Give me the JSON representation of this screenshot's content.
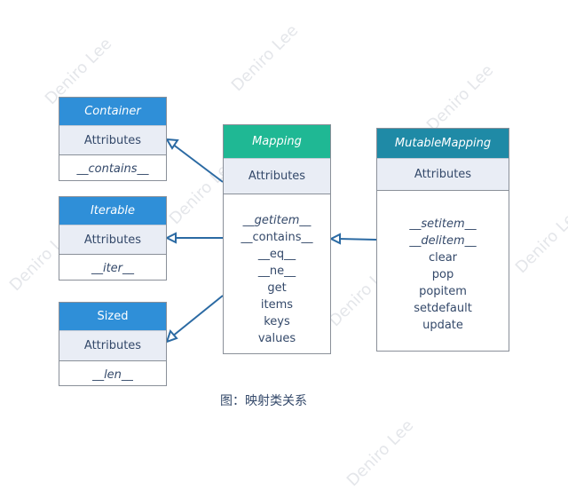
{
  "watermark": "Deniro Lee",
  "colors": {
    "container_header": "#2f8fd8",
    "mapping_header": "#1fb894",
    "mutable_header": "#1f8aa6",
    "attr_bg": "#e9edf5",
    "arrow": "#2b6aa3"
  },
  "classes": {
    "container": {
      "name": "Container",
      "attributes": "Attributes",
      "methods": [
        "__contains__"
      ]
    },
    "iterable": {
      "name": "Iterable",
      "attributes": "Attributes",
      "methods": [
        "__iter__"
      ]
    },
    "sized": {
      "name": "Sized",
      "attributes": "Attributes",
      "methods": [
        "__len__"
      ]
    },
    "mapping": {
      "name": "Mapping",
      "attributes": "Attributes",
      "methods": [
        "__getitem__",
        "__contains__",
        "__eq__",
        "__ne__",
        "get",
        "items",
        "keys",
        "values"
      ]
    },
    "mutable_mapping": {
      "name": "MutableMapping",
      "attributes": "Attributes",
      "methods": [
        "__setitem__",
        "__delitem__",
        "clear",
        "pop",
        "popitem",
        "setdefault",
        "update"
      ]
    }
  },
  "caption": "图：映射类关系"
}
